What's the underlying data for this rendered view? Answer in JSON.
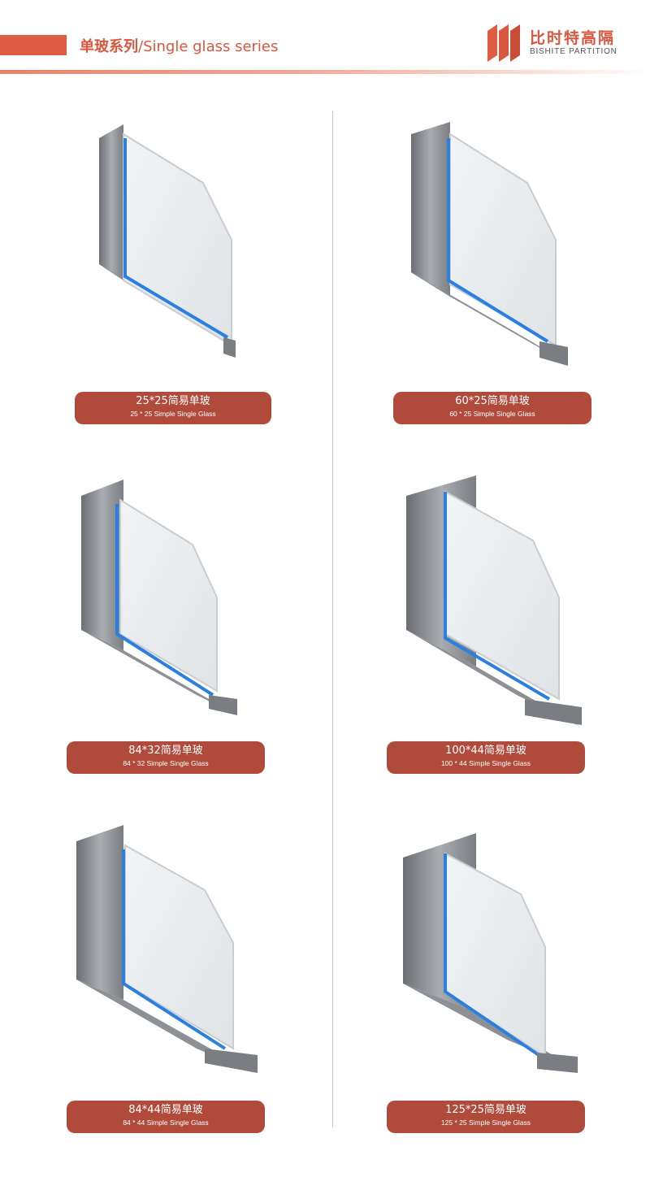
{
  "header": {
    "title_cn": "单玻系列",
    "title_sep": "/",
    "title_en": "Single glass series"
  },
  "brand": {
    "name_cn": "比时特高隔",
    "name_en": "BISHITE PARTITION",
    "icon": "stacked-panels-logo-icon"
  },
  "colors": {
    "accent": "#e05b43",
    "caption_bg": "#b04a3a",
    "frame": "#8a8d91",
    "seal_blue": "#2a7fe0"
  },
  "products": [
    {
      "label_cn": "25*25简易单玻",
      "label_en": "25 * 25 Simple Single Glass"
    },
    {
      "label_cn": "60*25简易单玻",
      "label_en": "60 * 25 Simple Single Glass"
    },
    {
      "label_cn": "84*32简易单玻",
      "label_en": "84 * 32 Simple Single Glass"
    },
    {
      "label_cn": "100*44简易单玻",
      "label_en": "100 * 44 Simple Single Glass"
    },
    {
      "label_cn": "84*44简易单玻",
      "label_en": "84 * 44 Simple Single Glass"
    },
    {
      "label_cn": "125*25简易单玻",
      "label_en": "125 * 25 Simple Single Glass"
    }
  ]
}
